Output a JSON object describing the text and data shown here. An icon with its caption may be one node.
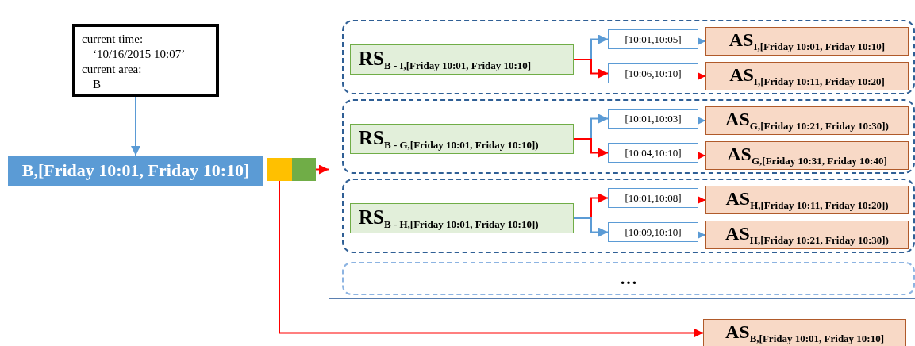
{
  "diagram": {
    "nodes": [
      {
        "text": [
          "current time:",
          "‘10/16/2015 10:07’",
          "current area:",
          "B"
        ]
      },
      {
        "text": [
          "B,[Friday 10:01, Friday 10:10]"
        ]
      },
      {
        "text": [],
        "shape": "box"
      },
      {
        "text": [],
        "shape": "box"
      },
      {
        "text": [],
        "shape": "box"
      },
      {
        "text": [],
        "shape": "box",
        "in": 4
      },
      {
        "text": [
          "RS$_{B - I,[Friday 10:01, Friday 10:10]}$"
        ],
        "in": 5
      },
      {
        "text": [
          "[10:01,10:05]"
        ],
        "in": 5
      },
      {
        "text": [
          "AS$_{I,[Friday 10:01, Friday 10:10]}$"
        ],
        "in": 5
      },
      {
        "text": [
          "[10:06,10:10]"
        ],
        "in": 5
      },
      {
        "text": [
          "AS$_{I,[Friday 10:11, Friday 10:20]}$"
        ],
        "in": 5
      },
      {
        "text": [],
        "shape": "box",
        "in": 4
      },
      {
        "text": [
          "RS$_{B - G,[Friday 10:01, Friday 10:10])}$"
        ],
        "in": 11
      },
      {
        "text": [
          "[10:01,10:03]"
        ],
        "in": 11
      },
      {
        "text": [
          "AS$_{G,[Friday 10:21, Friday 10:30])}$"
        ],
        "in": 11
      },
      {
        "text": [
          "[10:04,10:10]"
        ],
        "in": 11
      },
      {
        "text": [
          "AS$_{G,[Friday 10:31, Friday 10:40]}$"
        ],
        "in": 11
      },
      {
        "text": [],
        "shape": "box",
        "in": 4
      },
      {
        "text": [
          "RS$_{B - H,[Friday 10:01, Friday 10:10])}$"
        ],
        "in": 17
      },
      {
        "text": [
          "[10:01,10:08]"
        ],
        "in": 17
      },
      {
        "text": [
          "AS$_{H,[Friday 10:11, Friday 10:20])}$"
        ],
        "in": 17
      },
      {
        "text": [
          "[10:09,10:10]"
        ],
        "in": 17
      },
      {
        "text": [
          "AS$_{H,[Friday 10:21, Friday 10:30])}$"
        ],
        "in": 17
      },
      {
        "text": [
          "…"
        ],
        "in": 4
      },
      {
        "text": [
          "AS$_{B,[Friday 10:01, Friday 10:10]}$"
        ]
      }
    ],
    "edges": [
      {
        "from": 0,
        "to": 1,
        "arrow": "to",
        "color": "#5b9bd5"
      },
      {
        "from": 3,
        "to": 4,
        "arrow": "to"
      },
      {
        "from": 2,
        "to": 24,
        "arrow": "to"
      },
      {
        "from": 6,
        "to": 7,
        "arrow": "to",
        "color": "#5b9bd5"
      },
      {
        "from": 6,
        "to": 9,
        "arrow": "to"
      },
      {
        "from": 7,
        "to": 8,
        "arrow": "to",
        "color": "#5b9bd5"
      },
      {
        "from": 9,
        "to": 10,
        "arrow": "to"
      },
      {
        "from": 12,
        "to": 13,
        "arrow": "to",
        "color": "#5b9bd5"
      },
      {
        "from": 12,
        "to": 15,
        "arrow": "to"
      },
      {
        "from": 13,
        "to": 14,
        "arrow": "to",
        "color": "#5b9bd5"
      },
      {
        "from": 15,
        "to": 16,
        "arrow": "to"
      },
      {
        "from": 18,
        "to": 19,
        "arrow": "to"
      },
      {
        "from": 18,
        "to": 21,
        "arrow": "to",
        "color": "#5b9bd5"
      },
      {
        "from": 19,
        "to": 20,
        "arrow": "to"
      },
      {
        "from": 21,
        "to": 22,
        "arrow": "to",
        "color": "#5b9bd5"
      }
    ]
  }
}
